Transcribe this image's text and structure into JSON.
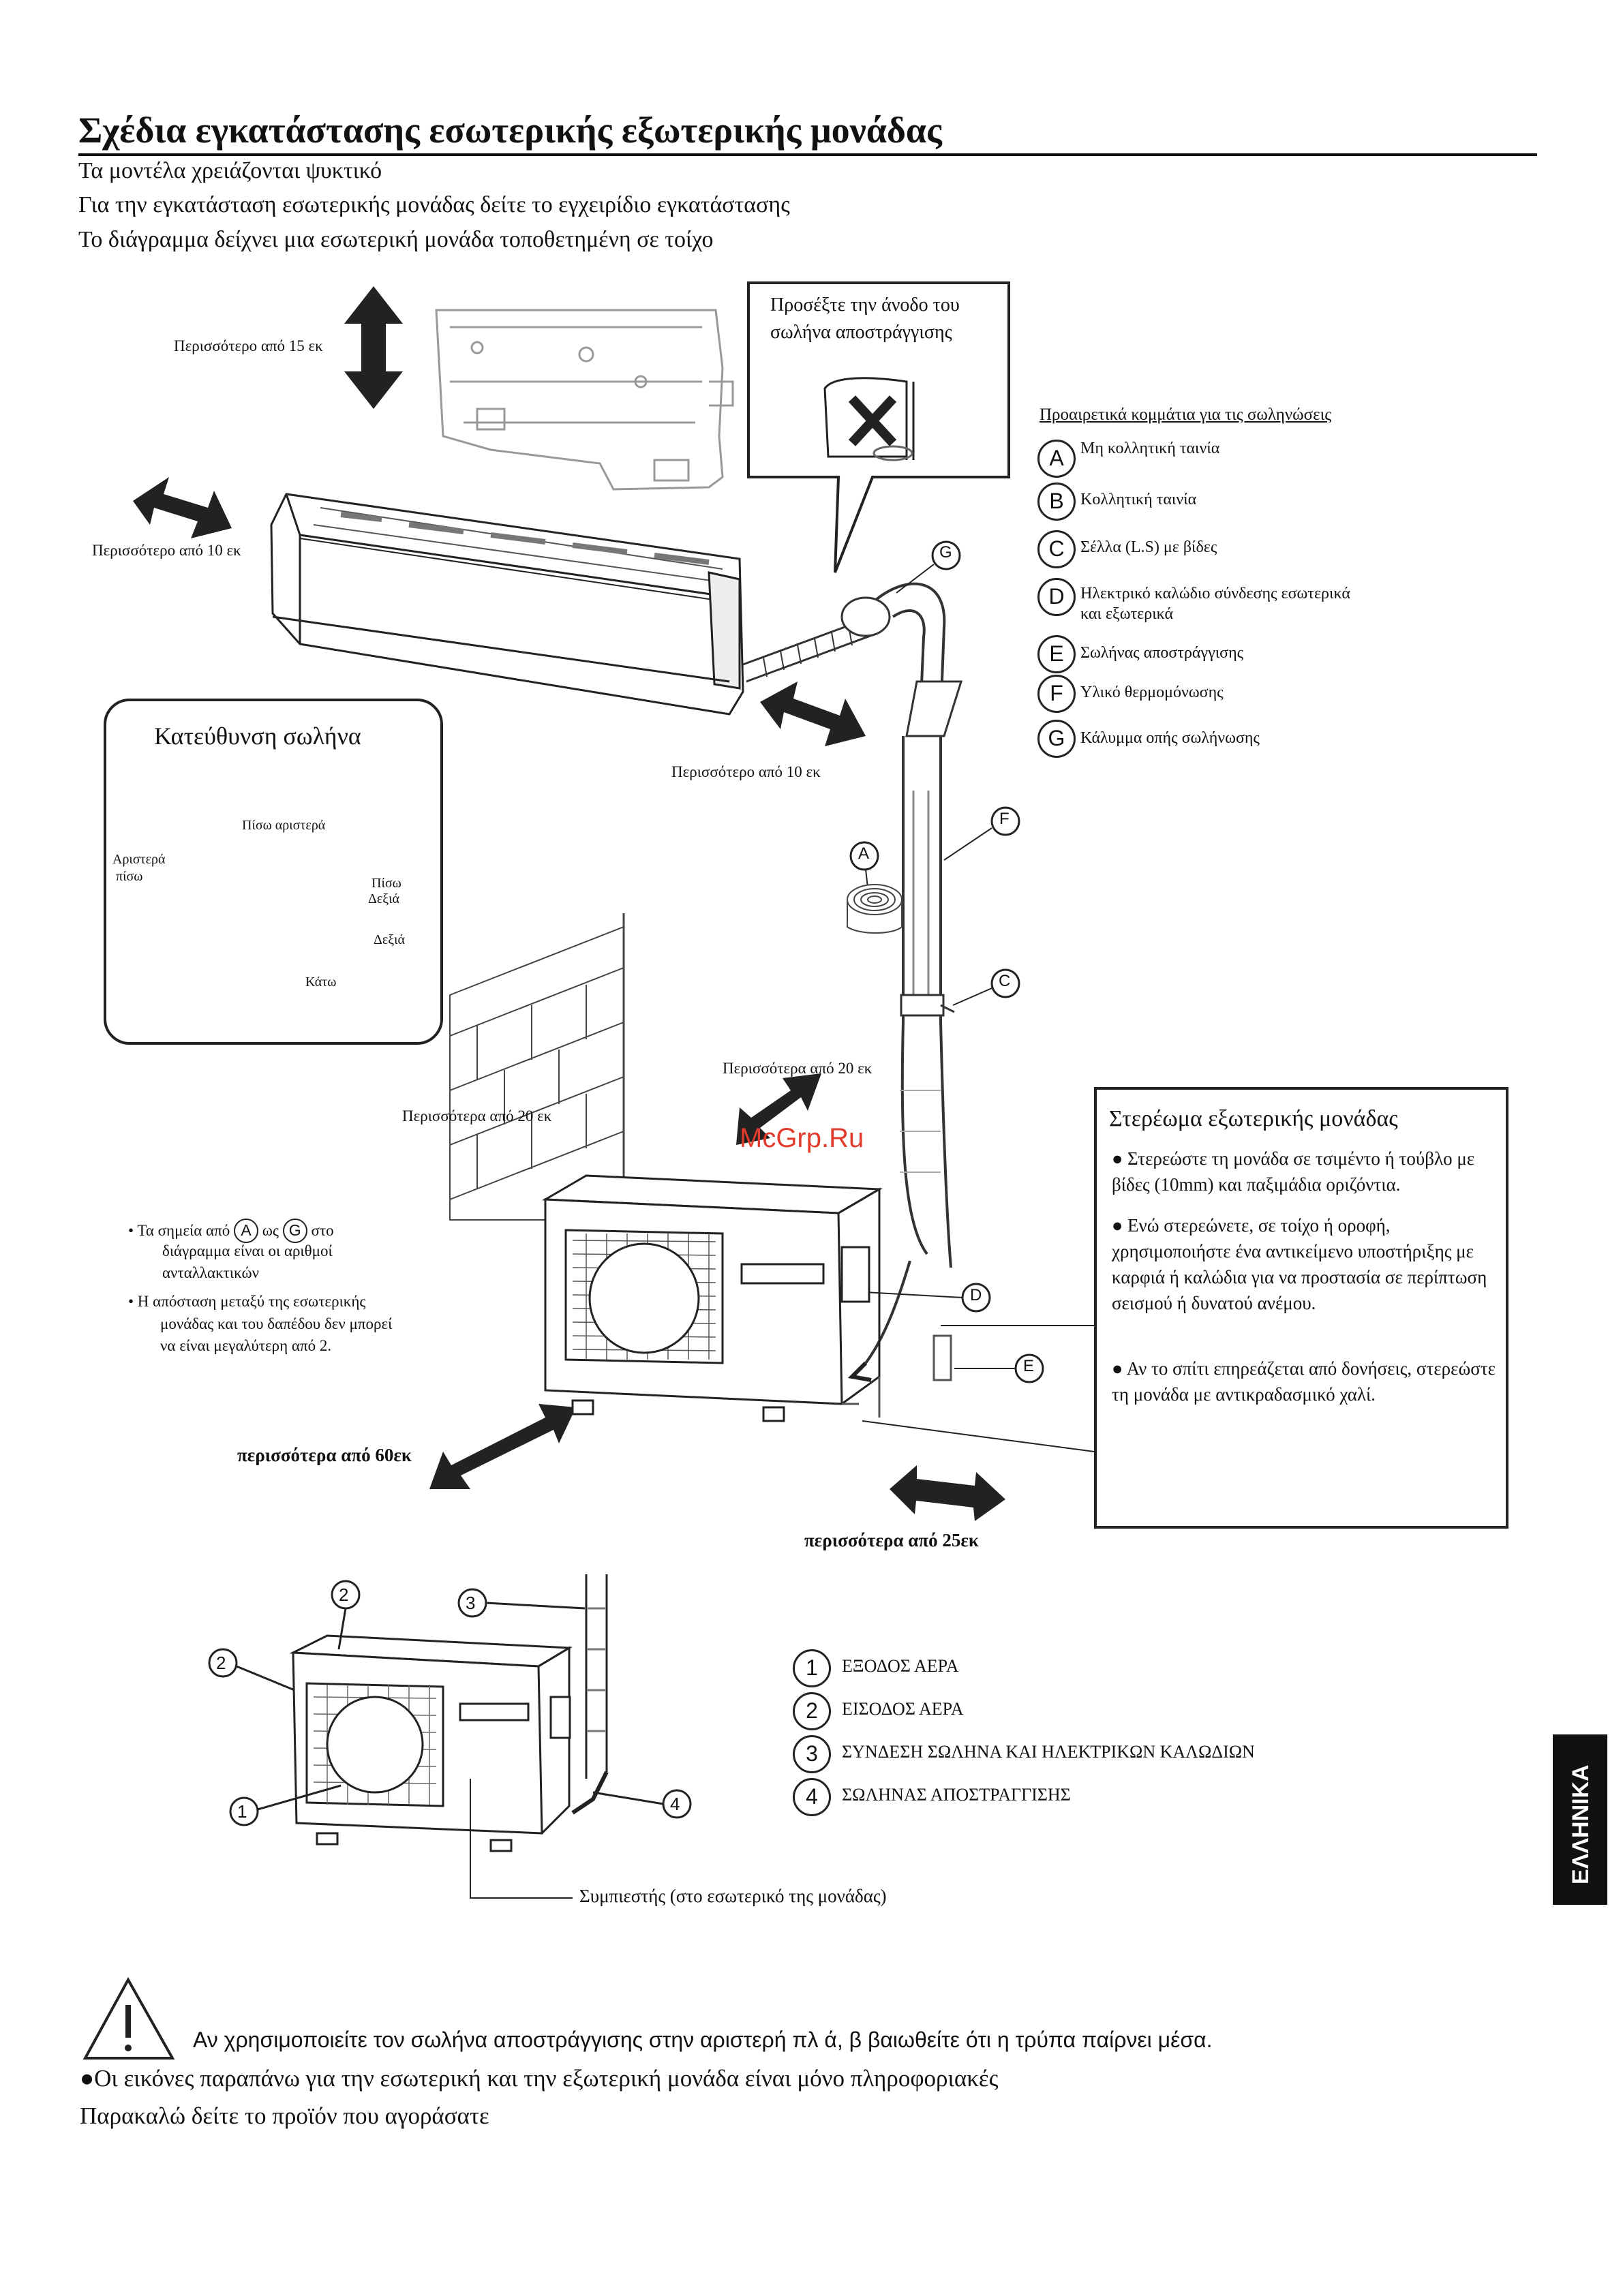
{
  "page": {
    "title": "Σχέδια εγκατάστασης εσωτερικής εξωτερικής μονάδας",
    "intro": [
      "Τα μοντέλα χρειάζονται ψυκτικό",
      "Για την εγκατάσταση εσωτερικής μονάδας  δείτε το εγχειρίδιο εγκατάστασης",
      " Το διάγραμμα δείχνει μια εσωτερική μονάδα τοποθετημένη σε τοίχο"
    ],
    "side_tab": "ΕΛΛΗΝΙΚΑ",
    "watermark": "McGrp.Ru"
  },
  "clearances": {
    "top": "Περισσότερο από 15 εκ",
    "left": "Περισσότερο από 10 εκ",
    "right": "Περισσότερο από 10 εκ",
    "outdoor_back_wall": "Περισσότερα από 20 εκ",
    "outdoor_above": "Περισσότερα από 20 εκ",
    "outdoor_front": "περισσότερα από 60εκ",
    "outdoor_side": "περισσότερα από 25εκ"
  },
  "drain_callout": {
    "line1": "Προσέξτε την άνοδο του",
    "line2": "σωλήνα αποστράγγισης"
  },
  "optional_parts": {
    "title": "Προαιρετικά κομμάτια για τις σωληνώσεις",
    "items": [
      {
        "letter": "A",
        "text": "Μη κολλητική ταινία"
      },
      {
        "letter": "B",
        "text": "Κολλητική ταινία"
      },
      {
        "letter": "C",
        "text": "Σέλλα (L.S) με βίδες"
      },
      {
        "letter": "D",
        "text": "Ηλεκτρικό καλώδιο σύνδεσης εσωτερικά",
        "text2": "και εξωτερικά"
      },
      {
        "letter": "E",
        "text": "Σωλήνας αποστράγγισης"
      },
      {
        "letter": "F",
        "text": "Υλικό θερμομόνωσης"
      },
      {
        "letter": "G",
        "text": "Κάλυμμα οπής σωλήνωσης"
      }
    ]
  },
  "pipe_direction": {
    "title": "Κατεύθυνση σωλήνα",
    "back_left": "Πίσω αριστερά",
    "left_back_1": "Αριστερά",
    "left_back_2": "πίσω",
    "back_right_1": "Πίσω",
    "back_right_2": "Δεξιά",
    "right": "Δεξιά",
    "down": "Κάτω"
  },
  "notes": {
    "n1_pre": "• Τα σημεία από",
    "n1_a": "A",
    "n1_mid": "ως",
    "n1_g": "G",
    "n1_post": "στο",
    "n1_line2": "διάγραμμα είναι οι αριθμοί",
    "n1_line3": "ανταλλακτικών",
    "n2_line1": "• Η απόσταση μεταξύ της εσωτερικής",
    "n2_line2": "μονάδας και του δαπέδου δεν μπορεί",
    "n2_line3": "να είναι μεγαλύτερη από 2."
  },
  "outdoor_fixing": {
    "title": "Στερέωμα εξωτερικής μονάδας",
    "items": [
      "● Στερεώστε τη μονάδα σε τσιμέντο ή τούβλο με βίδες (10mm) και παξιμάδια οριζόντια.",
      "● Ενώ στερεώνετε, σε τοίχο ή οροφή, χρησιμοποιήστε ένα αντικείμενο υποστήριξης με καρφιά ή καλώδια για να προστασία σε περίπτωση σεισμού ή δυνατού ανέμου.",
      "● Αν το σπίτι επηρεάζεται από δονήσεις, στερεώστε τη μονάδα με αντικραδασμικό χαλί."
    ]
  },
  "diagram_letters": {
    "A": "A",
    "C": "C",
    "D": "D",
    "E": "E",
    "F": "F",
    "G": "G"
  },
  "outdoor_parts": {
    "items": [
      {
        "num": "1",
        "text": "ΕΞΟΔΟΣ ΑΕΡΑ"
      },
      {
        "num": "2",
        "text": "ΕΙΣΟΔΟΣ ΑΕΡΑ"
      },
      {
        "num": "3",
        "text": "ΣΥΝΔΕΣΗ ΣΩΛΗΝΑ ΚΑΙ ΗΛΕΚΤΡΙΚΩΝ ΚΑΛΩΔΙΩΝ"
      },
      {
        "num": "4",
        "text": "ΣΩΛΗΝΑΣ ΑΠΟΣΤΡΑΓΓΙΣΗΣ"
      }
    ],
    "compressor": "Συμπιεστής (στο εσωτερικό της μονάδας)"
  },
  "footer": {
    "warning": "Αν χρησιμοποιείτε τον σωλήνα αποστράγγισης στην αριστερή πλ      ά, β  βαιωθείτε ότι η τρύπα παίρνει μέσα.",
    "line2": "●Οι εικόνες παραπάνω για την εσωτερική και την εξωτερική μονάδα είναι μόνο πληροφοριακές",
    "line3": "Παρακαλώ δείτε το προϊόν που αγοράσατε"
  }
}
